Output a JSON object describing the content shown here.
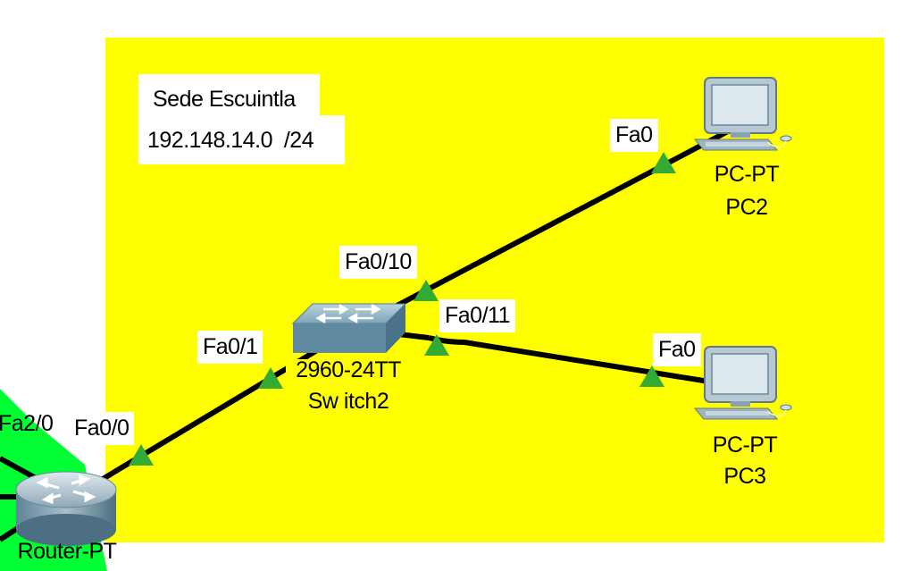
{
  "area": {
    "title": "Sede Escuintla",
    "network": "192.148.14.0  /24",
    "color": "#ffff00"
  },
  "neighbor_area": {
    "color": "#00ff33"
  },
  "devices": {
    "router": {
      "model": "Router-PT",
      "icon": "router-icon"
    },
    "switch": {
      "model": "2960-24TT",
      "name": "Sw itch2",
      "icon": "switch-icon"
    },
    "pc2": {
      "model": "PC-PT",
      "name": "PC2",
      "icon": "pc-icon"
    },
    "pc3": {
      "model": "PC-PT",
      "name": "PC3",
      "icon": "pc-icon"
    }
  },
  "ports": {
    "router_fa2_0": "Fa2/0",
    "router_fa0_0": "Fa0/0",
    "switch_fa0_1": "Fa0/1",
    "switch_fa0_10": "Fa0/10",
    "switch_fa0_11": "Fa0/11",
    "pc2_fa0": "Fa0",
    "pc3_fa0": "Fa0"
  },
  "colors": {
    "link": "#000000",
    "link_up": "#33aa33"
  }
}
